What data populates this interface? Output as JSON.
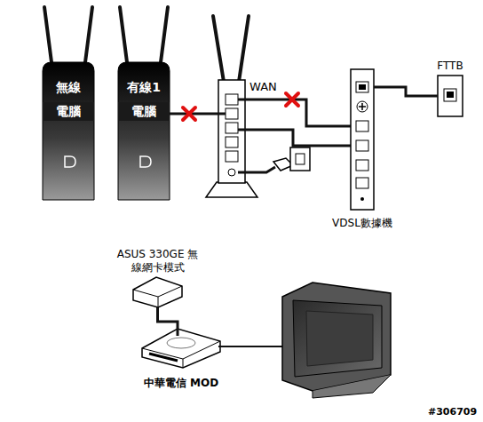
{
  "diagram": {
    "nodes": [
      {
        "text": [
          "無線",
          "電腦"
        ]
      },
      {
        "text": [
          "有線1",
          "電腦"
        ]
      },
      {
        "text": [
          "VDSL數據機"
        ]
      },
      {
        "text": [
          "FTTB"
        ]
      },
      {
        "text": [
          "ASUS 330GE 無線網卡模式"
        ]
      },
      {
        "text": [
          "中華電信 MOD"
        ]
      }
    ],
    "edges": [
      {
        "from": 2,
        "to": 3,
        "arrow": "none"
      },
      {
        "from": 4,
        "to": 5,
        "arrow": "none"
      }
    ],
    "labels": [
      "WAN",
      "#306709"
    ]
  }
}
